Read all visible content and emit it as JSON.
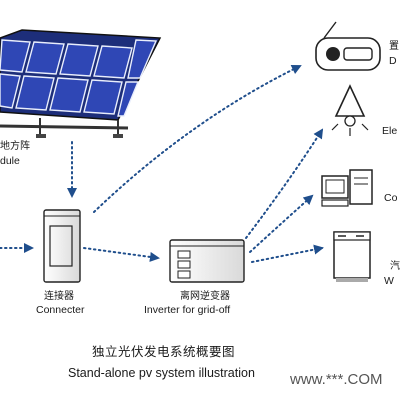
{
  "components": {
    "solar_array": {
      "label_cn": "地方阵",
      "label_en": "dule"
    },
    "connector": {
      "label_cn": "连接器",
      "label_en": "Connecter"
    },
    "inverter": {
      "label_cn": "离网逆变器",
      "label_en": "Inverter for grid-off"
    },
    "radio": {
      "label_cn": "置",
      "label_en": "D"
    },
    "lamp": {
      "label_en": "Ele"
    },
    "computer": {
      "label_en": "Co"
    },
    "appliance": {
      "label_cn": "汽",
      "label_en": "W"
    }
  },
  "title": {
    "cn": "独立光伏发电系统概要图",
    "en": "Stand-alone pv system illustration"
  },
  "watermark": "www.***.COM",
  "colors": {
    "line": "#1f4e8c",
    "panel_fill": "#1d2e7a",
    "panel_cell": "#2f47b5",
    "stroke": "#222222"
  }
}
